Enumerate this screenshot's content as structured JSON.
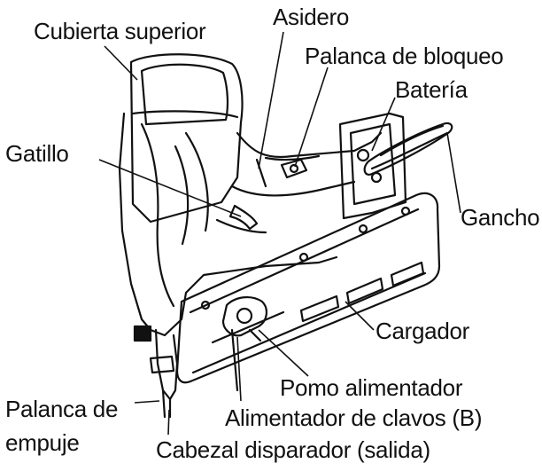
{
  "labels": {
    "cubierta_superior": "Cubierta superior",
    "asidero": "Asidero",
    "palanca_bloqueo": "Palanca de bloqueo",
    "bateria": "Batería",
    "gatillo": "Gatillo",
    "gancho": "Gancho",
    "cargador": "Cargador",
    "pomo_alimentador": "Pomo alimentador",
    "alimentador_clavos": "Alimentador de clavos (B)",
    "palanca_empuje_1": "Palanca de",
    "palanca_empuje_2": "empuje",
    "cabezal_disparador": "Cabezal disparador (salida)"
  }
}
